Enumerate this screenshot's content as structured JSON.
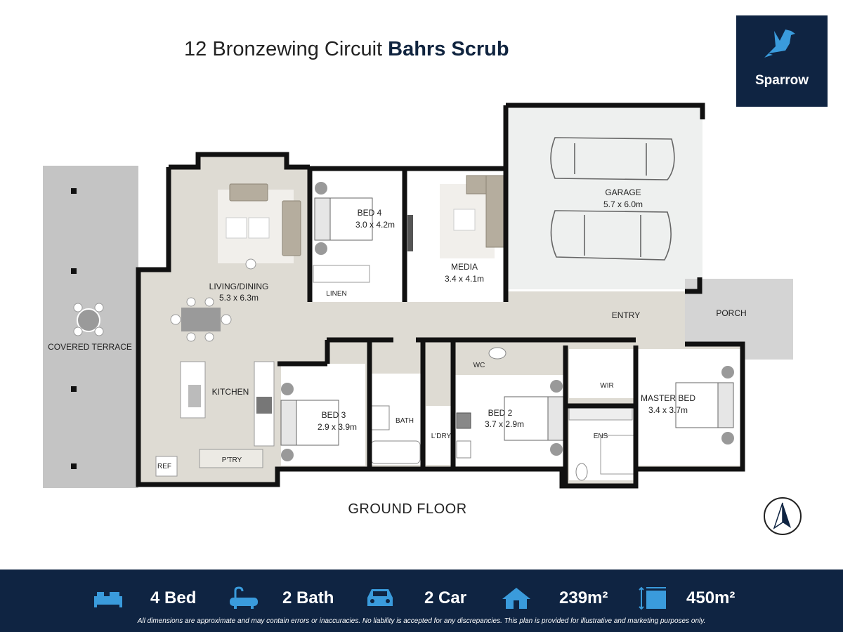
{
  "header": {
    "address": "12 Bronzewing Circuit",
    "suburb": "Bahrs Scrub"
  },
  "logo": {
    "text": "Sparrow",
    "icon": "sparrow-bird-icon"
  },
  "rooms": {
    "covered_terrace": {
      "name": "COVERED TERRACE"
    },
    "living": {
      "name": "LIVING/DINING",
      "size": "5.3 x 6.3m"
    },
    "kitchen": {
      "name": "KITCHEN"
    },
    "ref": {
      "name": "REF"
    },
    "pantry": {
      "name": "P'TRY"
    },
    "bed4": {
      "name": "BED 4",
      "size": "3.0 x 4.2m"
    },
    "linen": {
      "name": "LINEN"
    },
    "media": {
      "name": "MEDIA",
      "size": "3.4 x 4.1m"
    },
    "garage": {
      "name": "GARAGE",
      "size": "5.7 x 6.0m"
    },
    "entry": {
      "name": "ENTRY"
    },
    "porch": {
      "name": "PORCH"
    },
    "bed3": {
      "name": "BED 3",
      "size": "2.9 x 3.9m"
    },
    "bath": {
      "name": "BATH"
    },
    "laundry": {
      "name": "L'DRY"
    },
    "wc": {
      "name": "WC"
    },
    "bed2": {
      "name": "BED 2",
      "size": "3.7 x 2.9m"
    },
    "wir": {
      "name": "WIR"
    },
    "ensuite": {
      "name": "ENS"
    },
    "master": {
      "name": "MASTER BED",
      "size": "3.4 x 3.7m"
    }
  },
  "floor_label": "GROUND FLOOR",
  "compass_icon": "north-arrow-icon",
  "stats": {
    "bed": {
      "label": "4 Bed",
      "icon": "bed-icon"
    },
    "bath": {
      "label": "2 Bath",
      "icon": "bathtub-icon"
    },
    "car": {
      "label": "2 Car",
      "icon": "car-icon"
    },
    "house_area": {
      "label": "239m²",
      "icon": "house-icon"
    },
    "land_area": {
      "label": "450m²",
      "icon": "land-area-icon"
    }
  },
  "disclaimer": "All dimensions are approximate and may contain errors or inaccuracies. No liability is accepted for any discrepancies. This plan is provided for illustrative and marketing purposes only.",
  "colors": {
    "navy": "#0f2442",
    "accent_blue": "#3a9bdc",
    "floor": "#dedbd3",
    "terrace": "#c4c4c4",
    "garage": "#eef0ef",
    "wall": "#111111"
  }
}
